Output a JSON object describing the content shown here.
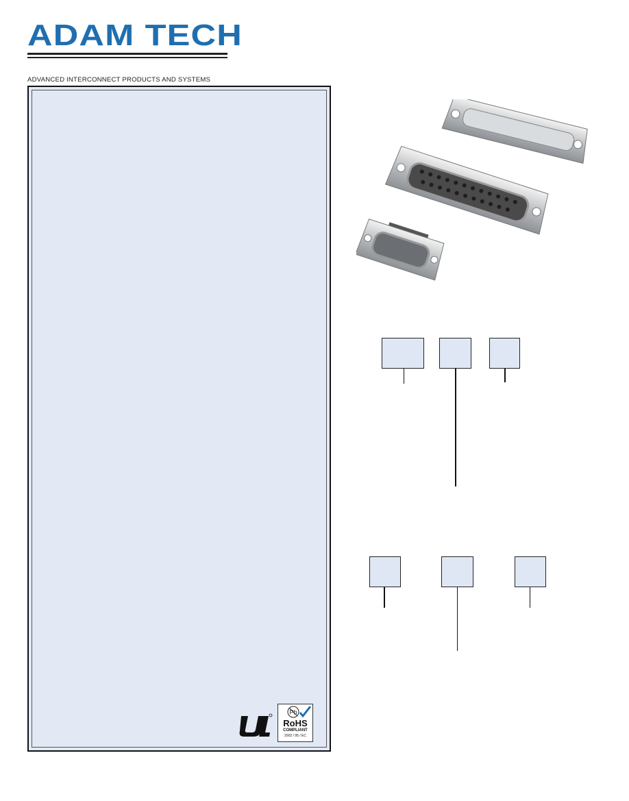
{
  "header": {
    "logo_text": "ADAM TECH",
    "tagline": "ADVANCED INTERCONNECT PRODUCTS AND SYSTEMS"
  },
  "certifications": {
    "ul_mark": "UL",
    "rohs_pb": "Pb",
    "rohs_label": "RoHS",
    "rohs_compliant": "COMPLIANT",
    "rohs_directive": "2002 / 95 / EC"
  },
  "colors": {
    "brand_blue": "#1f6fb0",
    "panel_bg": "#e2e9f5",
    "box_bg": "#dfe7f4"
  }
}
